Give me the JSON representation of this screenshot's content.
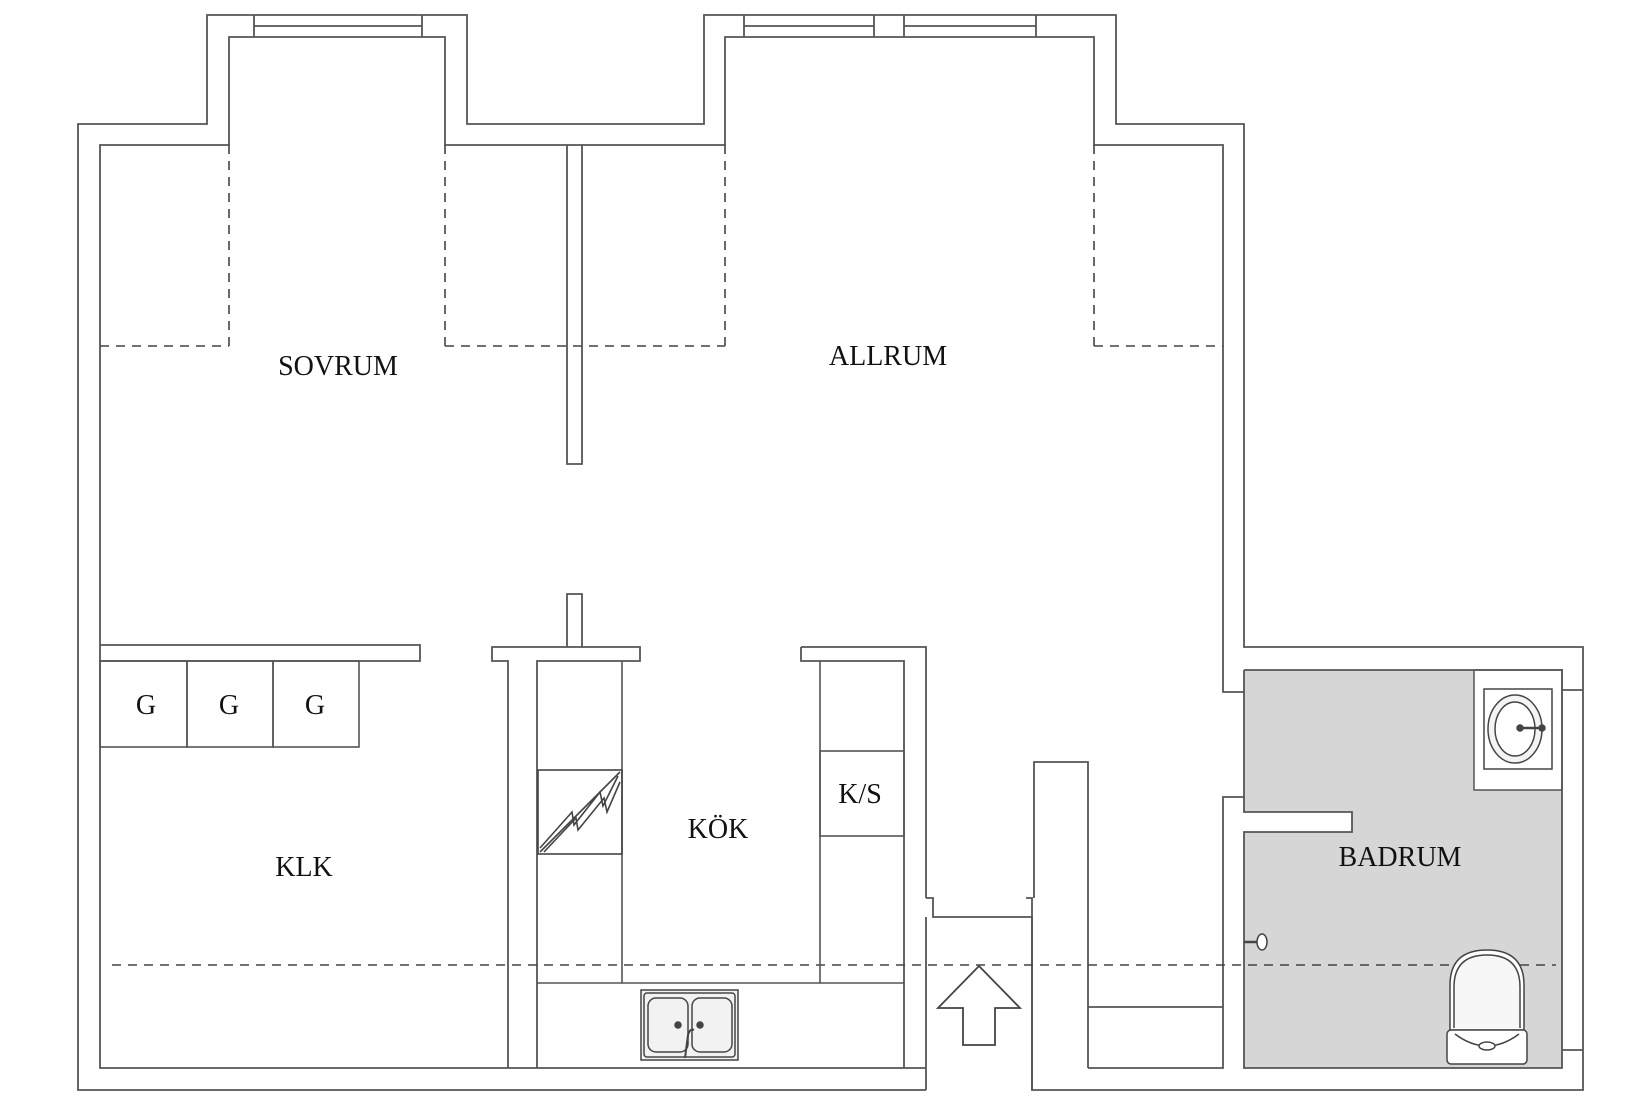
{
  "floorplan": {
    "rooms": {
      "sovrum": "SOVRUM",
      "allrum": "ALLRUM",
      "klk": "KLK",
      "kok": "KÖK",
      "badrum": "BADRUM"
    },
    "storage": {
      "g1": "G",
      "g2": "G",
      "g3": "G",
      "ks": "K/S"
    },
    "symbols": {
      "entrance": "entrance-arrow-icon",
      "stove": "stove-icon",
      "sink": "double-sink-icon",
      "basin": "wash-basin-icon",
      "toilet": "toilet-icon",
      "tap": "water-tap-icon"
    },
    "colors": {
      "wall_line": "#555555",
      "bathroom_fill": "#d6d6d6",
      "background": "#ffffff"
    }
  }
}
